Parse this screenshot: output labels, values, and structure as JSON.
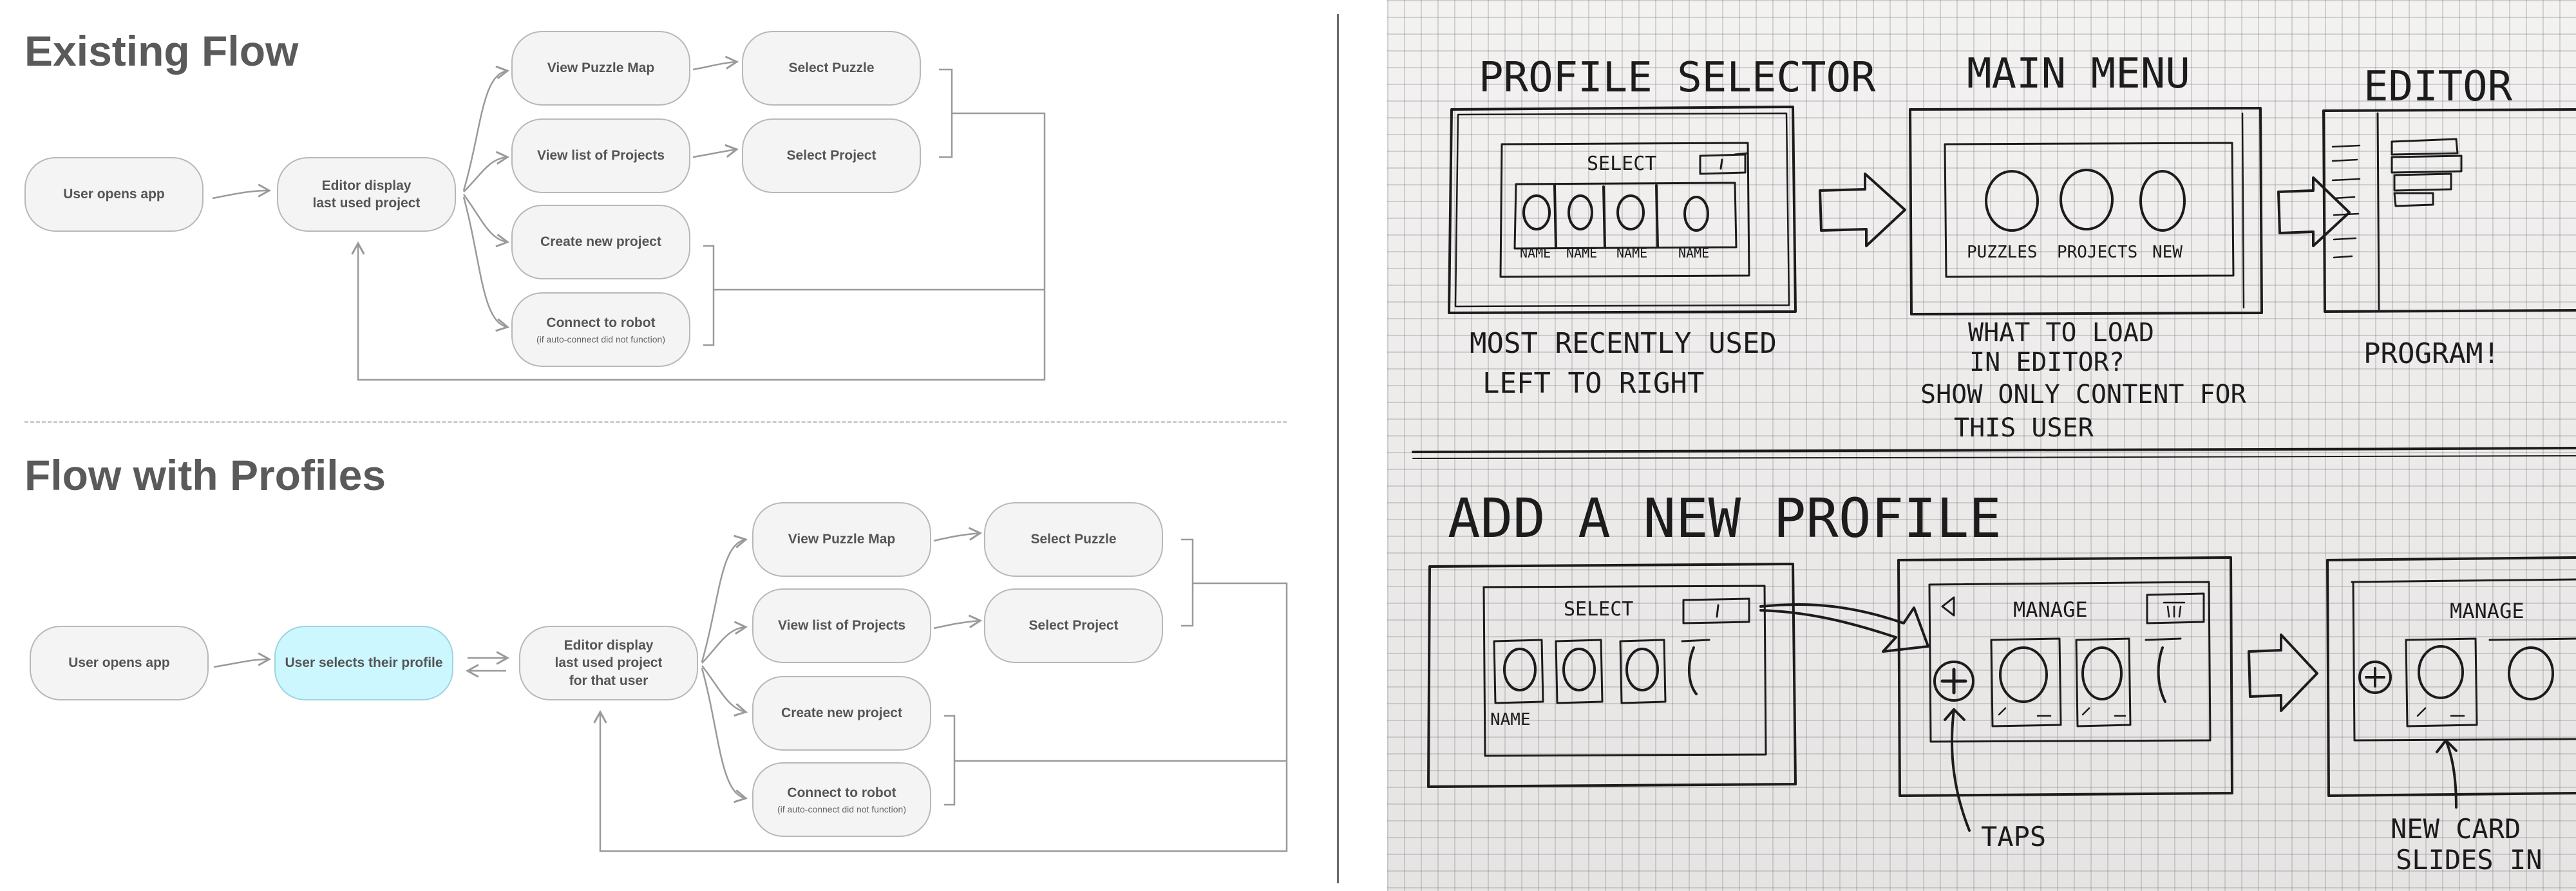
{
  "existing_flow": {
    "title": "Existing Flow",
    "nodes": {
      "user_opens_app": "User opens app",
      "editor_display": [
        "Editor display",
        "last used project"
      ],
      "view_puzzle_map": "View Puzzle Map",
      "view_list_projects": "View list of Projects",
      "create_new_project": "Create new project",
      "connect_robot": "Connect to robot",
      "connect_robot_note": "(if auto-connect did not function)",
      "select_puzzle": "Select Puzzle",
      "select_project": "Select Project"
    }
  },
  "profiles_flow": {
    "title": "Flow with Profiles",
    "nodes": {
      "user_opens_app": "User opens app",
      "user_selects_profile": "User selects their profile",
      "editor_display": [
        "Editor display",
        "last used project",
        "for that user"
      ],
      "view_puzzle_map": "View Puzzle Map",
      "view_list_projects": "View list of Projects",
      "create_new_project": "Create new project",
      "connect_robot": "Connect to robot",
      "connect_robot_note": "(if auto-connect did not function)",
      "select_puzzle": "Select Puzzle",
      "select_project": "Select Project"
    },
    "highlight_color": "#ccf7ff"
  },
  "sketch": {
    "profile_selector": {
      "title": "PROFILE SELECTOR",
      "select_label": "SELECT",
      "names": [
        "NAME",
        "NAME",
        "NAME",
        "NAME"
      ],
      "note": [
        "MOST RECENTLY USED",
        "LEFT TO RIGHT"
      ]
    },
    "main_menu": {
      "title": "MAIN MENU",
      "labels": [
        "PUZZLES",
        "PROJECTS",
        "NEW"
      ],
      "note": [
        "WHAT TO LOAD",
        "IN EDITOR?",
        "SHOW ONLY CONTENT FOR",
        "THIS USER"
      ]
    },
    "editor": {
      "title": "EDITOR",
      "note": "PROGRAM!"
    },
    "add_profile": {
      "title": "ADD A NEW PROFILE",
      "select_label": "SELECT",
      "name_label": "NAME",
      "manage_label": "MANAGE",
      "manage_label_2": "MANAGE",
      "taps_note": "TAPS",
      "new_card_note": [
        "NEW CARD",
        "SLIDES IN"
      ]
    }
  }
}
